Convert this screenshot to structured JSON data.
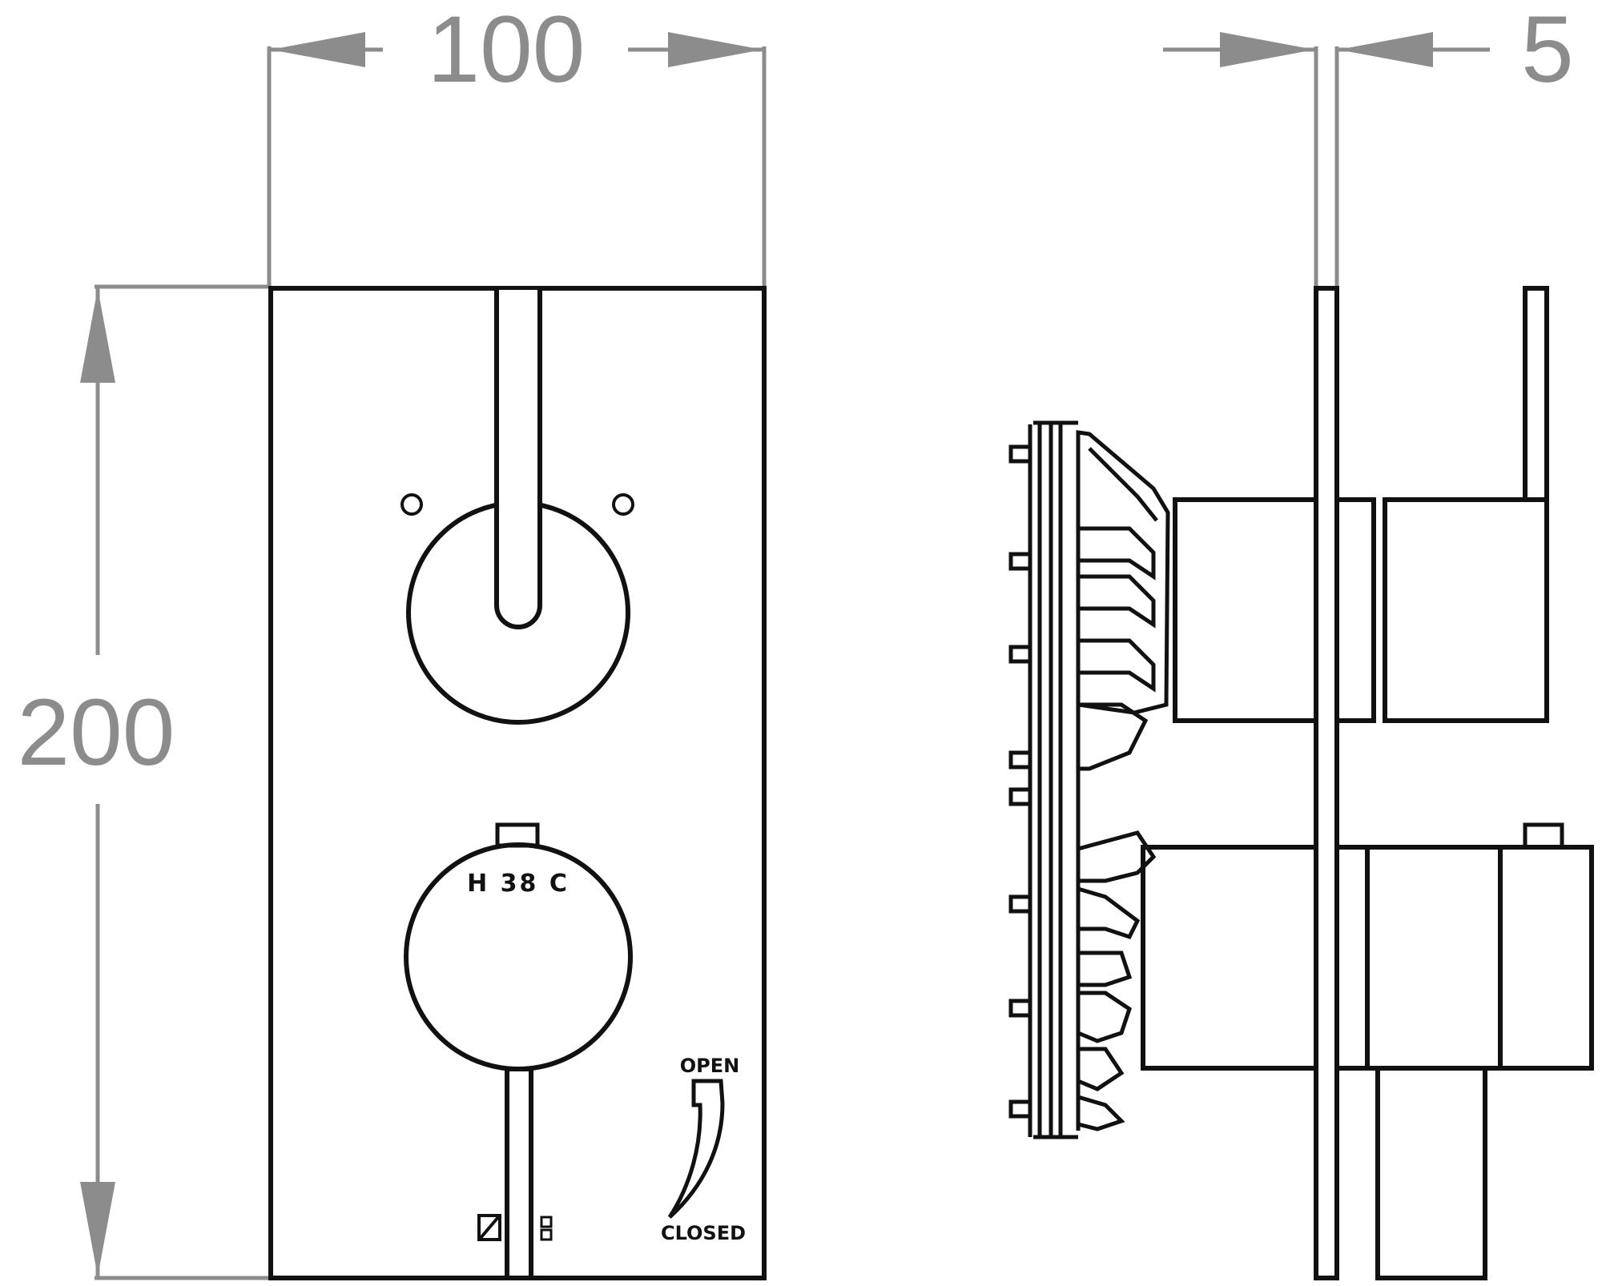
{
  "dimensions": {
    "width_label": "100",
    "height_label": "200",
    "depth_label": "5"
  },
  "valve_labels": {
    "temperature_scale": "H 38 C",
    "open": "OPEN",
    "closed": "CLOSED"
  },
  "colors": {
    "dimension_line": "#8c8c8c",
    "outline": "#111111",
    "background": "#ffffff"
  }
}
